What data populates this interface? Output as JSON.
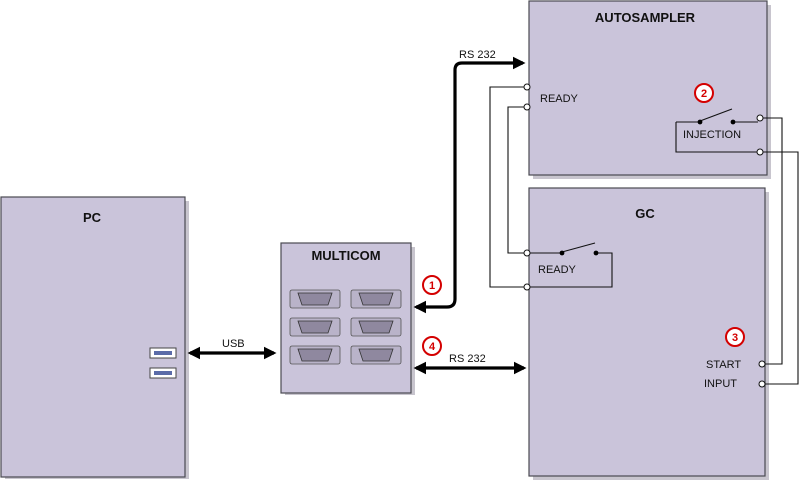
{
  "boxes": {
    "pc": {
      "title": "PC"
    },
    "multicom": {
      "title": "MULTICOM"
    },
    "autosampler": {
      "title": "AUTOSAMPLER",
      "ready_label": "READY",
      "injection_label": "INJECTION"
    },
    "gc": {
      "title": "GC",
      "ready_label": "READY",
      "start_label": "START",
      "input_label": "INPUT"
    }
  },
  "connections": {
    "usb": "USB",
    "rs232_autosampler": "RS 232",
    "rs232_gc": "RS 232"
  },
  "badges": [
    "1",
    "2",
    "3",
    "4"
  ],
  "colors": {
    "box_fill": "#cac4da",
    "badge_red": "#d40000"
  }
}
